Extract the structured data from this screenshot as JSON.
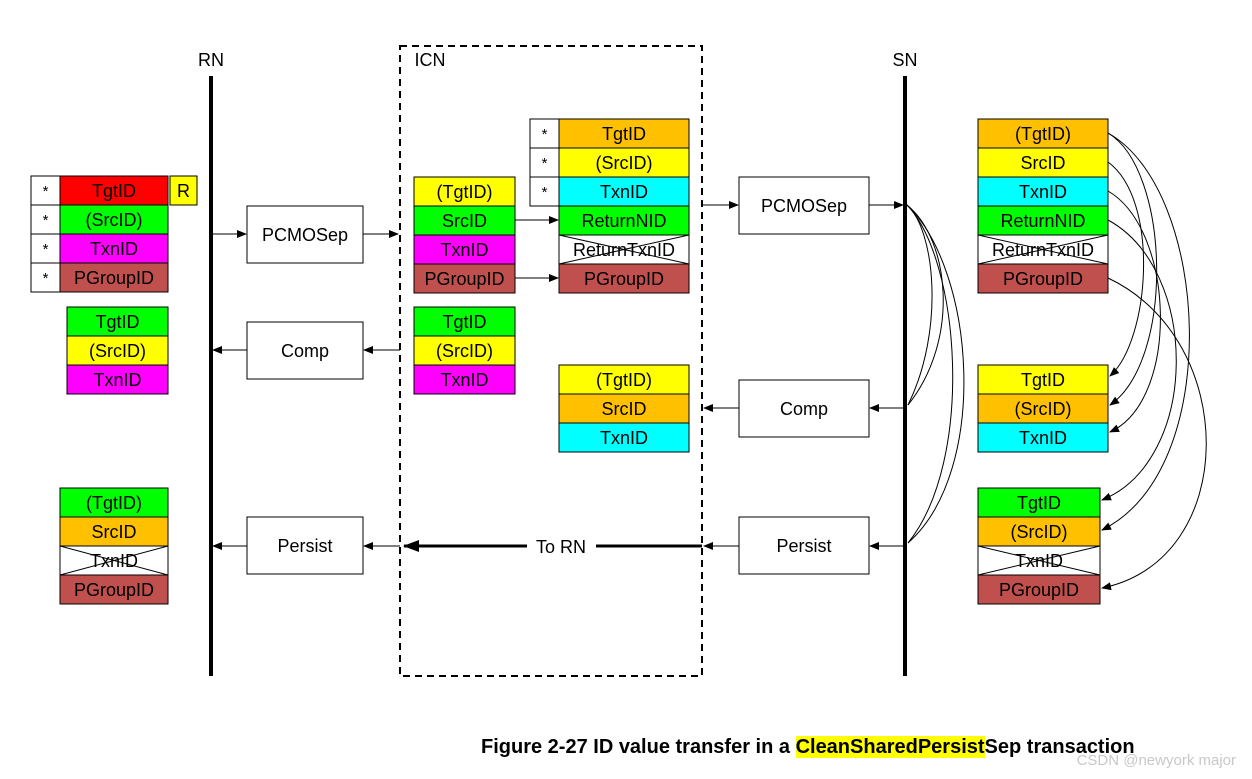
{
  "nodes": {
    "rn": "RN",
    "icn": "ICN",
    "sn": "SN"
  },
  "messages": {
    "req_rn_icn": "PCMOSep",
    "req_icn_sn": "PCMOSep",
    "comp_icn_rn": "Comp",
    "comp_sn_icn": "Comp",
    "persist_icn_rn": "Persist",
    "persist_sn_icn": "Persist",
    "to_rn": "To RN"
  },
  "fields": {
    "tgt": "TgtID",
    "tgt_p": "(TgtID)",
    "src": "SrcID",
    "src_p": "(SrcID)",
    "txn": "TxnID",
    "pgroup": "PGroupID",
    "rnid": "ReturnNID",
    "rtxn": "ReturnTxnID",
    "star": "*",
    "r": "R"
  },
  "colors": {
    "red": "#ff0000",
    "yellow": "#ffff00",
    "green": "#00ff00",
    "magenta": "#ff00ff",
    "brown": "#c0504d",
    "orange": "#ffc000",
    "cyan": "#00ffff",
    "white": "#ffffff"
  },
  "caption": {
    "prefix": "Figure 2-27 ID value transfer in a ",
    "highlight": "CleanSharedPersist",
    "suffix": "Sep transaction"
  },
  "watermark": "CSDN @newyork major"
}
